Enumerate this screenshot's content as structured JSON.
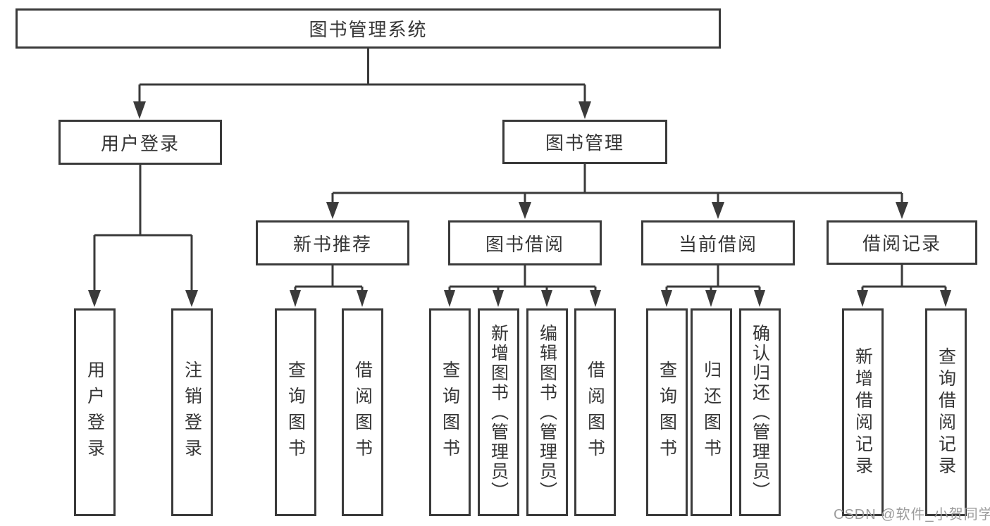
{
  "diagram": {
    "root": {
      "label": "图书管理系统"
    },
    "level2": [
      {
        "label": "用户登录"
      },
      {
        "label": "图书管理"
      }
    ],
    "level3": [
      {
        "label": "新书推荐",
        "parent": "图书管理"
      },
      {
        "label": "图书借阅",
        "parent": "图书管理"
      },
      {
        "label": "当前借阅",
        "parent": "图书管理"
      },
      {
        "label": "借阅记录",
        "parent": "图书管理"
      }
    ],
    "leaves": [
      {
        "label": "用户登录",
        "parent": "用户登录"
      },
      {
        "label": "注销登录",
        "parent": "用户登录"
      },
      {
        "label": "查询图书",
        "parent": "新书推荐"
      },
      {
        "label": "借阅图书",
        "parent": "新书推荐"
      },
      {
        "label": "查询图书",
        "parent": "图书借阅"
      },
      {
        "label": "新增图书（管理员）",
        "parent": "图书借阅"
      },
      {
        "label": "编辑图书（管理员）",
        "parent": "图书借阅"
      },
      {
        "label": "借阅图书",
        "parent": "图书借阅"
      },
      {
        "label": "查询图书",
        "parent": "当前借阅"
      },
      {
        "label": "归还图书",
        "parent": "当前借阅"
      },
      {
        "label": "确认归还（管理员）",
        "parent": "当前借阅"
      },
      {
        "label": "新增借阅记录",
        "parent": "借阅记录"
      },
      {
        "label": "查询借阅记录",
        "parent": "借阅记录"
      }
    ]
  },
  "watermark": {
    "text": "CSDN @软件_小贺同学"
  },
  "colors": {
    "line": "#3a3a3a",
    "box_border": "#3a3a3a",
    "text": "#363636",
    "watermark": "#9c9c9c",
    "background": "#ffffff"
  }
}
